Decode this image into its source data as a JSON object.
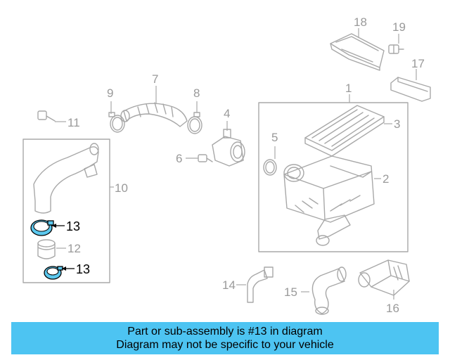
{
  "callouts": {
    "p1": "1",
    "p2": "2",
    "p3": "3",
    "p4": "4",
    "p5": "5",
    "p6": "6",
    "p7": "7",
    "p8": "8",
    "p9": "9",
    "p10": "10",
    "p11": "11",
    "p12": "12",
    "p13a": "13",
    "p13b": "13",
    "p14": "14",
    "p15": "15",
    "p16": "16",
    "p17": "17",
    "p18": "18",
    "p19": "19"
  },
  "highlight_part": "13",
  "colors": {
    "highlight": "#5bc8ee",
    "banner": "#4dc4f2",
    "line_art": "#a8a8a8"
  },
  "banner": {
    "line1": "Part or sub-assembly is #13 in diagram",
    "line2": "Diagram may not be specific to your vehicle"
  }
}
